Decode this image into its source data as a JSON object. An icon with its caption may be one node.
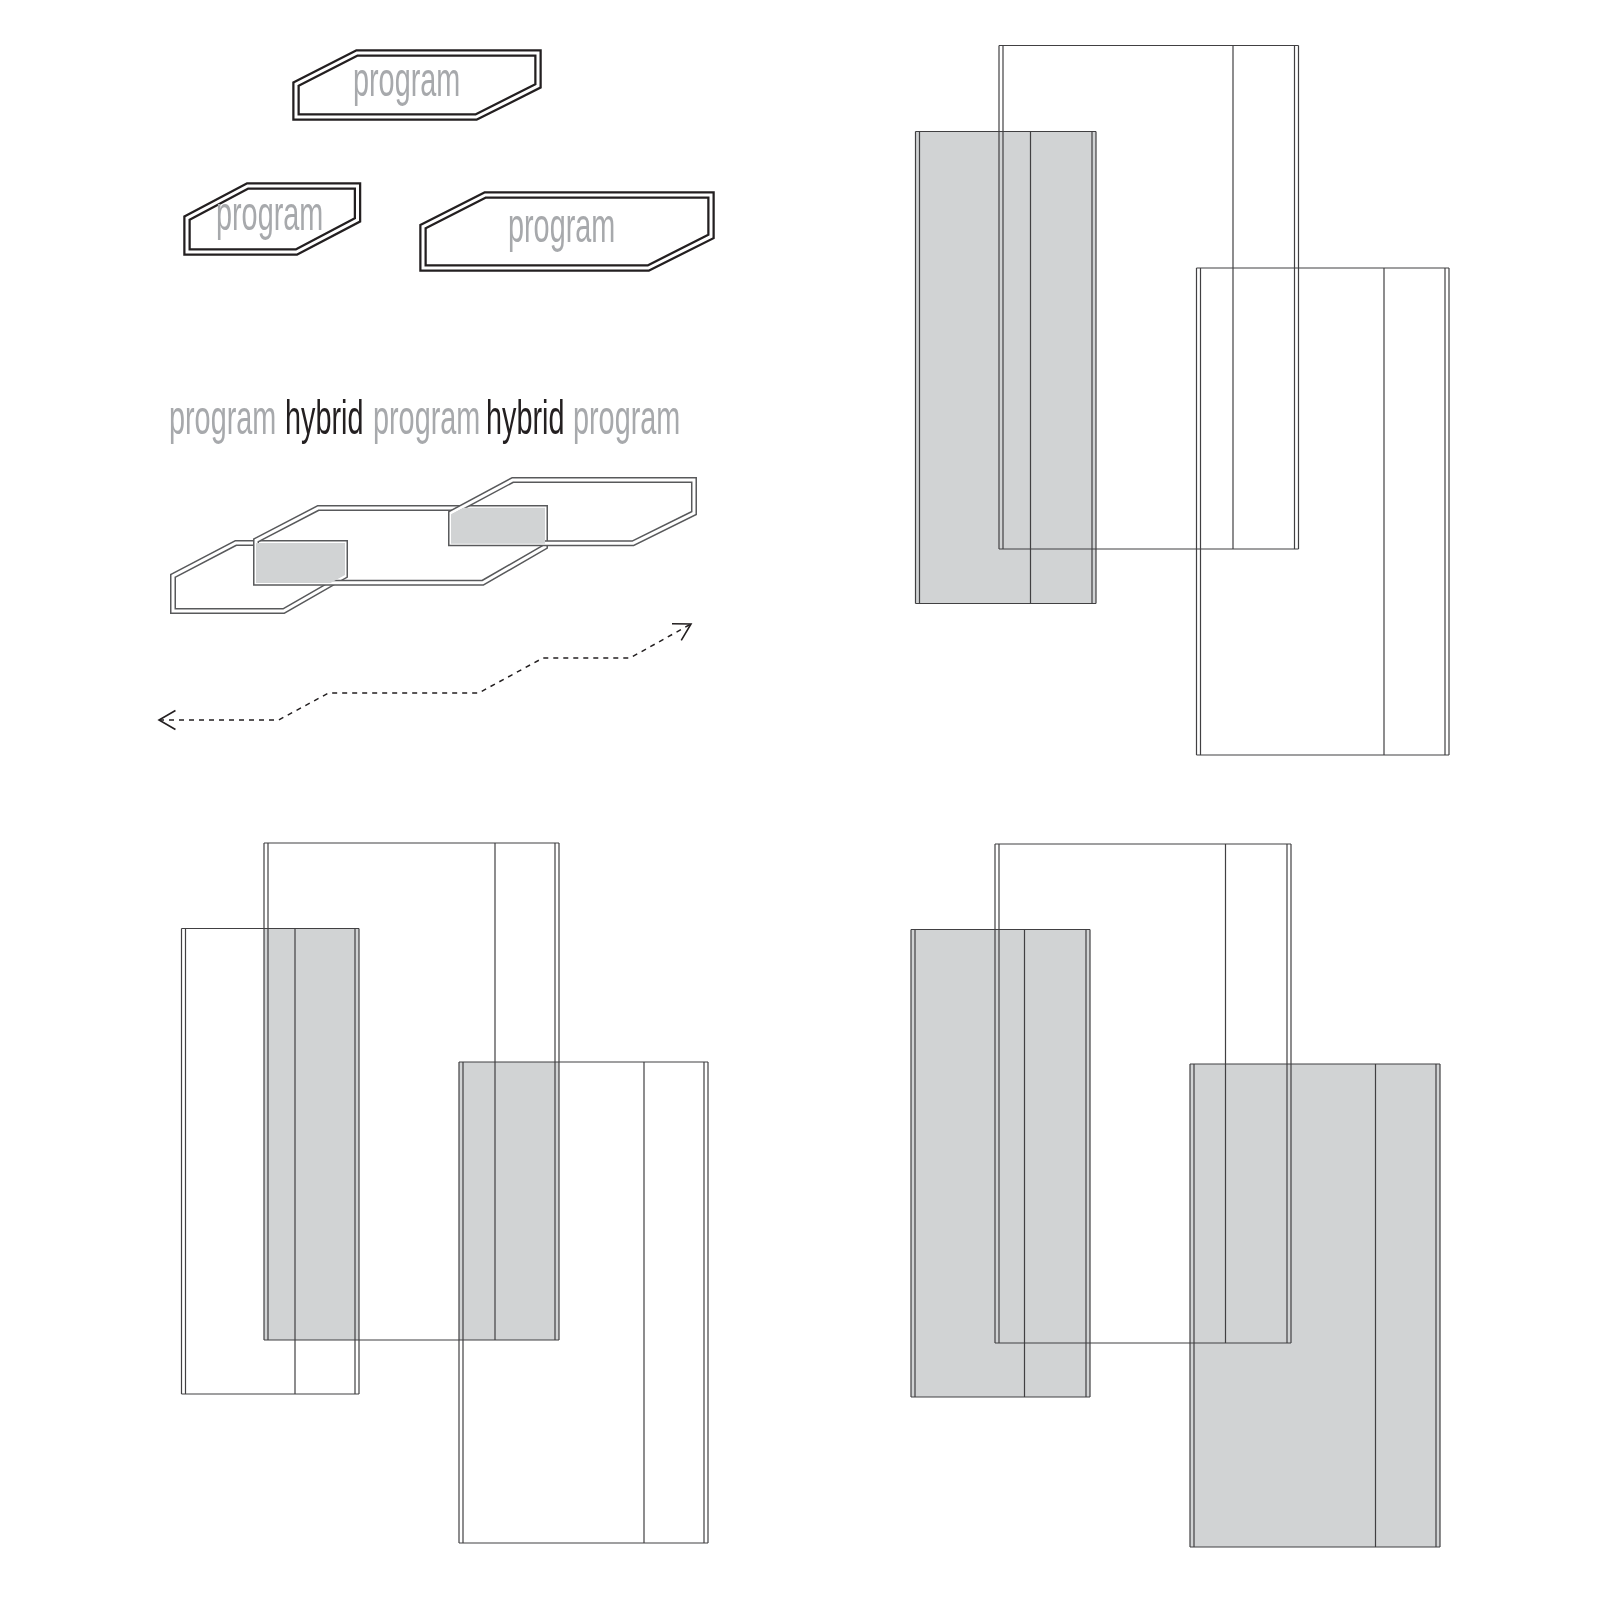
{
  "diagram": {
    "nodes": [
      {
        "text": [
          "program"
        ]
      },
      {
        "text": [
          "program"
        ]
      },
      {
        "text": [
          "program"
        ]
      },
      {
        "text": [],
        "shape": "hexagon"
      },
      {
        "text": [],
        "shape": "hexagon"
      },
      {
        "text": [],
        "shape": "hexagon"
      }
    ],
    "labels": [
      "program",
      "hybrid",
      "program",
      "hybrid",
      "program"
    ]
  }
}
